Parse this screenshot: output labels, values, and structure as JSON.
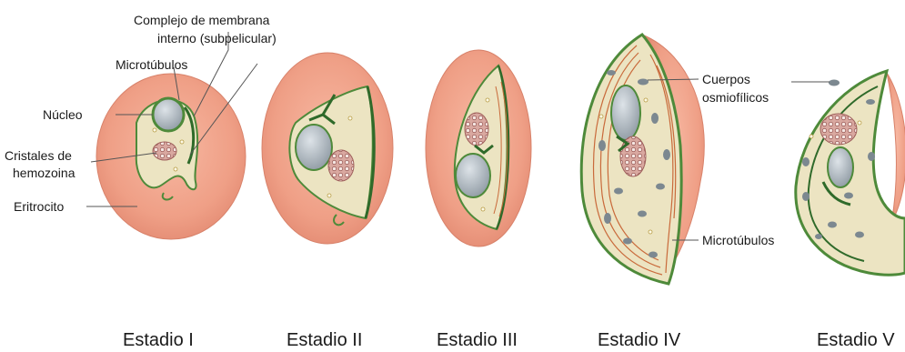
{
  "labels": {
    "complex_line1": "Complejo de membrana",
    "complex_line2": "interno (subpelicular)",
    "microtubules_left": "Microtúbulos",
    "nucleus": "Núcleo",
    "hemozoin_line1": "Cristales de",
    "hemozoin_line2": "hemozoina",
    "erythrocyte": "Eritrocito",
    "osmio_line1": "Cuerpos",
    "osmio_line2": "osmiofílicos",
    "microtubules_right": "Microtúbulos"
  },
  "stages": [
    "Estadio I",
    "Estadio II",
    "Estadio III",
    "Estadio IV",
    "Estadio V"
  ],
  "colors": {
    "erythrocyte": "#ef9f86",
    "erythrocyte_edge": "#d8826a",
    "parasite": "#ece4c2",
    "pellicle_green": "#4e8a3a",
    "pellicle_dark": "#2f6a2a",
    "nucleus": "#a9b3bb",
    "hemozoin": "#b87b78",
    "microtubule": "#c96a3b",
    "osmiophilic": "#7c8890"
  }
}
